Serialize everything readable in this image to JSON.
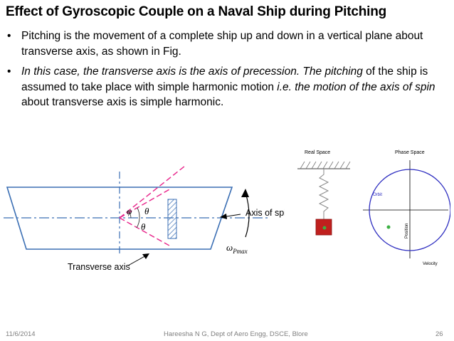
{
  "title": "Effect of Gyroscopic Couple on a Naval Ship during Pitching",
  "bullet1": "Pitching is the movement of a complete ship up and down in a vertical plane about transverse axis, as shown in Fig.",
  "bullet2": {
    "p1": "In this case, the transverse axis is the axis of precession. The pitching",
    "p2": " of the ship is assumed to take place with simple harmonic motion ",
    "p3": "i.e. the motion of the axis of spin",
    "p4": " about transverse axis is simple harmonic."
  },
  "bullet_glyph": "•",
  "ship_figure": {
    "axis_of_spin": "Axis of spin",
    "transverse_axis": "Transverse axis",
    "omega_base": "ω",
    "omega_sub": "Pmax",
    "phi": "φ",
    "theta": "θ",
    "theta2": "θ",
    "line_color": "#3b6fb4",
    "dash_color": "#e8238a"
  },
  "phase_figure": {
    "real_space": "Real Space",
    "phase_space": "Phase Space",
    "orbit": "Orbit",
    "position": "Position",
    "velocity": "Velocity",
    "mass_color": "#c0201e",
    "dot_color": "#3cb043",
    "orbit_color": "#2e2ec0"
  },
  "footer": {
    "date": "11/6/2014",
    "center": "Hareesha N G, Dept of Aero Engg, DSCE,  Blore",
    "page": "26"
  }
}
